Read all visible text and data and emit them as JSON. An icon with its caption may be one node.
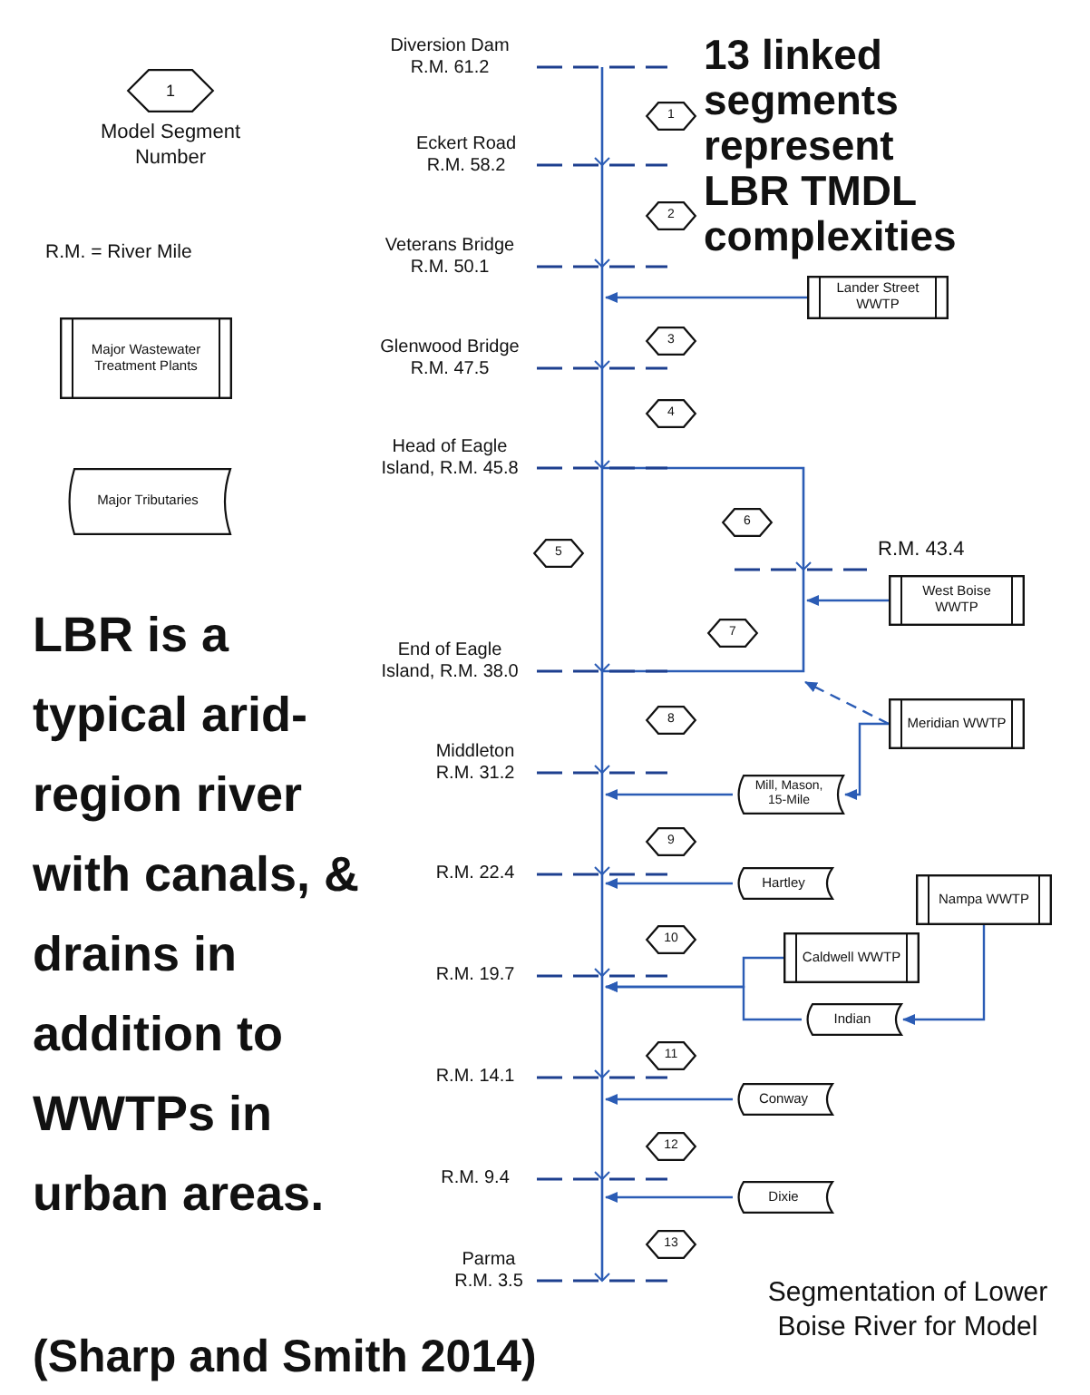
{
  "diagram": {
    "caption": "Segmentation of Lower Boise River for Model",
    "nodes": [
      {
        "text": [
          "1"
        ],
        "beside": [
          "Model Segment Number"
        ]
      },
      {
        "text": [
          "Major Wastewater Treatment Plants"
        ]
      },
      {
        "text": [
          "Major Tributaries"
        ]
      },
      {
        "text": [
          "1"
        ]
      },
      {
        "text": [
          "2"
        ]
      },
      {
        "text": [
          "3"
        ]
      },
      {
        "text": [
          "4"
        ]
      },
      {
        "text": [
          "5"
        ]
      },
      {
        "text": [
          "6"
        ]
      },
      {
        "text": [
          "7"
        ]
      },
      {
        "text": [
          "8"
        ]
      },
      {
        "text": [
          "9"
        ]
      },
      {
        "text": [
          "10"
        ]
      },
      {
        "text": [
          "11"
        ]
      },
      {
        "text": [
          "12"
        ]
      },
      {
        "text": [
          "13"
        ]
      },
      {
        "text": [
          "Lander Street WWTP"
        ]
      },
      {
        "text": [
          "West Boise WWTP"
        ]
      },
      {
        "text": [
          "Meridian WWTP"
        ]
      },
      {
        "text": [
          "Mill, Mason, 15-Mile"
        ]
      },
      {
        "text": [
          "Hartley"
        ]
      },
      {
        "text": [
          "Nampa WWTP"
        ]
      },
      {
        "text": [
          "Caldwell WWTP"
        ]
      },
      {
        "text": [
          "Indian"
        ]
      },
      {
        "text": [
          "Conway"
        ]
      },
      {
        "text": [
          "Dixie"
        ]
      }
    ],
    "edges": [
      {
        "from": 16,
        "to": null,
        "arrow": "to"
      },
      {
        "from": 17,
        "to": null,
        "arrow": "to"
      },
      {
        "from": 18,
        "to": null,
        "arrow": "to",
        "style": "dashed"
      },
      {
        "from": 18,
        "to": 19,
        "arrow": "to"
      },
      {
        "from": 19,
        "to": null,
        "arrow": "to"
      },
      {
        "from": 20,
        "to": null,
        "arrow": "to"
      },
      {
        "from": 21,
        "to": 23,
        "arrow": "to"
      },
      {
        "from": 22,
        "to": null,
        "arrow": "to"
      },
      {
        "from": 23,
        "to": null,
        "arrow": "to"
      },
      {
        "from": 24,
        "to": null,
        "arrow": "to"
      },
      {
        "from": 25,
        "to": null,
        "arrow": "to"
      }
    ],
    "labels": [
      "Diversion Dam R.M. 61.2",
      "13 linked segments represent LBR TMDL complexities",
      "Eckert Road R.M. 58.2",
      "R.M. = River Mile",
      "Veterans Bridge R.M. 50.1",
      "Glenwood Bridge R.M. 47.5",
      "Head of Eagle Island, R.M. 45.8",
      "R.M. 43.4",
      "LBR is a typical arid-region river with canals, & drains in addition to WWTPs in urban areas.",
      "End of Eagle Island, R.M. 38.0",
      "Middleton R.M. 31.2",
      "R.M. 22.4",
      "R.M. 19.7",
      "R.M. 14.1",
      "R.M. 9.4",
      "Parma R.M. 3.5",
      "(Sharp and Smith 2014)"
    ]
  }
}
